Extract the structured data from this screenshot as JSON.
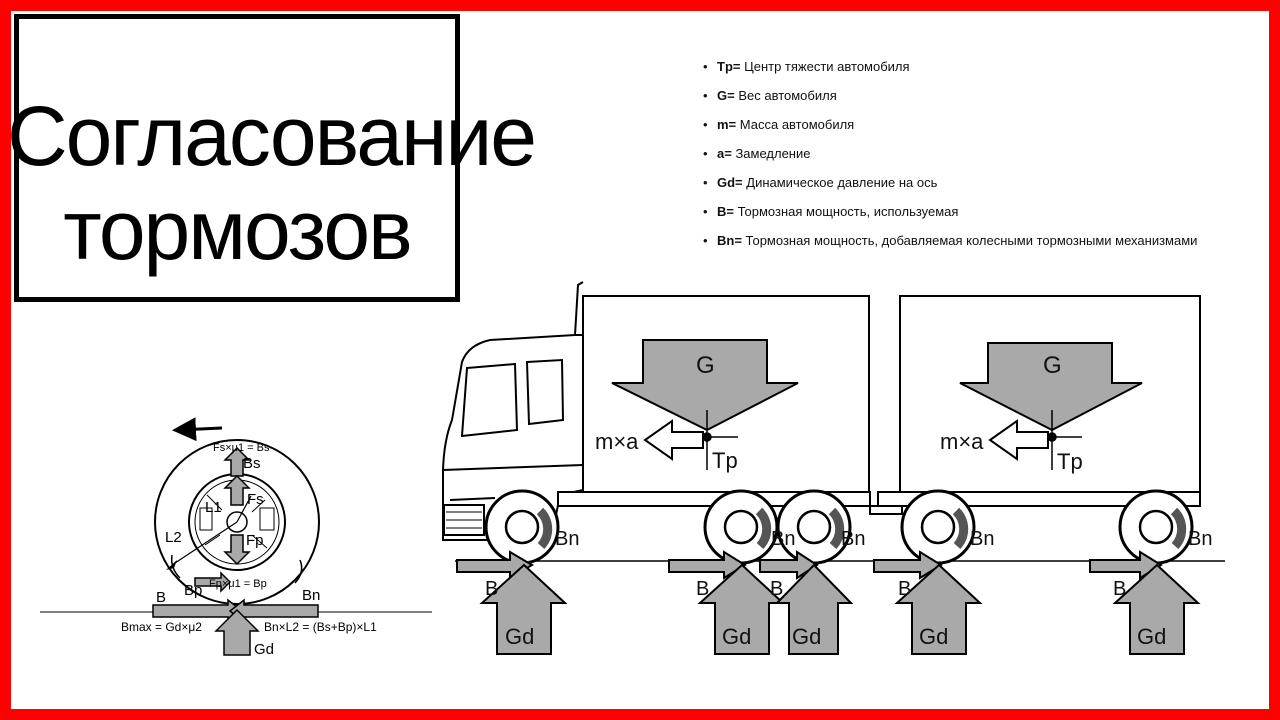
{
  "title": {
    "line1": "Согласование",
    "line2": "тормозов"
  },
  "legend": [
    {
      "term": "Tp=",
      "text": " Центр тяжести автомобиля"
    },
    {
      "term": "G=",
      "text": " Вес автомобиля"
    },
    {
      "term": "m=",
      "text": " Масса автомобиля"
    },
    {
      "term": "a=",
      "text": " Замедление"
    },
    {
      "term": "Gd=",
      "text": " Динамическое давление на ось"
    },
    {
      "term": "B=",
      "text": " Тормозная мощность, используемая"
    },
    {
      "term": "Bn=",
      "text": " Тормозная мощность, добавляемая колесными тормозными механизмами"
    }
  ],
  "bullet": "•",
  "truck": {
    "weight": "G",
    "inertia": "m×a",
    "cog": "Tp",
    "brake_force": "B",
    "axle_load": "Gd",
    "wheel_brake": "Bn"
  },
  "wheel_detail": {
    "top_formula": "Fs×μ1 = Bs",
    "bs": "Bs",
    "fs": "Fs",
    "l1": "L1",
    "fp": "Fp",
    "l2": "L2",
    "bottom_formula": "Fp×μ1 = Bp",
    "bp": "Bp",
    "b": "B",
    "bn": "Bn",
    "bmax_formula": "Bmax = Gd×μ2",
    "bn_formula": "Bn×L2 = (Bs+Bp)×L1",
    "gd": "Gd"
  },
  "colors": {
    "frame": "#ff0000",
    "arrow_fill": "#a9a9a9",
    "line": "#000000"
  }
}
